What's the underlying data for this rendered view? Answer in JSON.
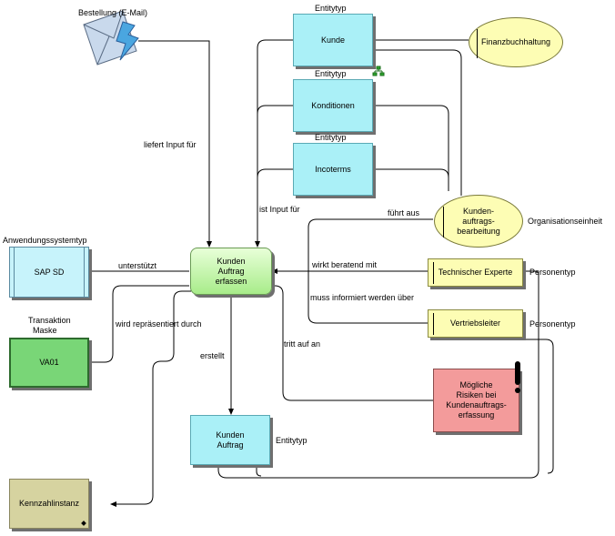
{
  "nodes": {
    "bestellung": {
      "label": "Bestellung (E-Mail)"
    },
    "kunde": {
      "label": "Kunde",
      "type_label": "Entitytyp"
    },
    "konditionen": {
      "label": "Konditionen",
      "type_label": "Entitytyp"
    },
    "incoterms": {
      "label": "Incoterms",
      "type_label": "Entitytyp"
    },
    "finanzbuchhaltung": {
      "label": "Finanzbuchhaltung"
    },
    "kundenauftragsbearbeitung": {
      "line1": "Kunden-",
      "line2": "auftrags-",
      "line3": "bearbeitung",
      "type_label": "Organisationseinheit"
    },
    "technischer_experte": {
      "label": "Technischer Experte",
      "type_label": "Personentyp"
    },
    "vertriebsleiter": {
      "label": "Vertriebsleiter",
      "type_label": "Personentyp"
    },
    "kunden_auftrag_erfassen": {
      "line1": "Kunden",
      "line2": "Auftrag",
      "line3": "erfassen"
    },
    "sap_sd": {
      "label": "SAP SD",
      "type_label": "Anwendungssystemtyp"
    },
    "va01": {
      "label": "VA01",
      "type_line1": "Transaktion",
      "type_line2": "Maske"
    },
    "risiken": {
      "line1": "Mögliche",
      "line2": "Risiken bei",
      "line3": "Kundenauftrags-",
      "line4": "erfassung"
    },
    "kunden_auftrag": {
      "line1": "Kunden",
      "line2": "Auftrag",
      "type_label": "Entitytyp"
    },
    "kennzahlinstanz": {
      "label": "Kennzahlinstanz"
    }
  },
  "edges": {
    "liefert_input": "liefert Input für",
    "ist_input": "ist Input für",
    "fuehrt_aus": "führt aus",
    "wirkt_beratend": "wirkt beratend mit",
    "muss_informiert": "muss informiert werden über",
    "unterstuetzt": "unterstützt",
    "repraesentiert": "wird repräsentiert durch",
    "tritt_auf": "tritt auf an",
    "erstellt": "erstellt"
  }
}
